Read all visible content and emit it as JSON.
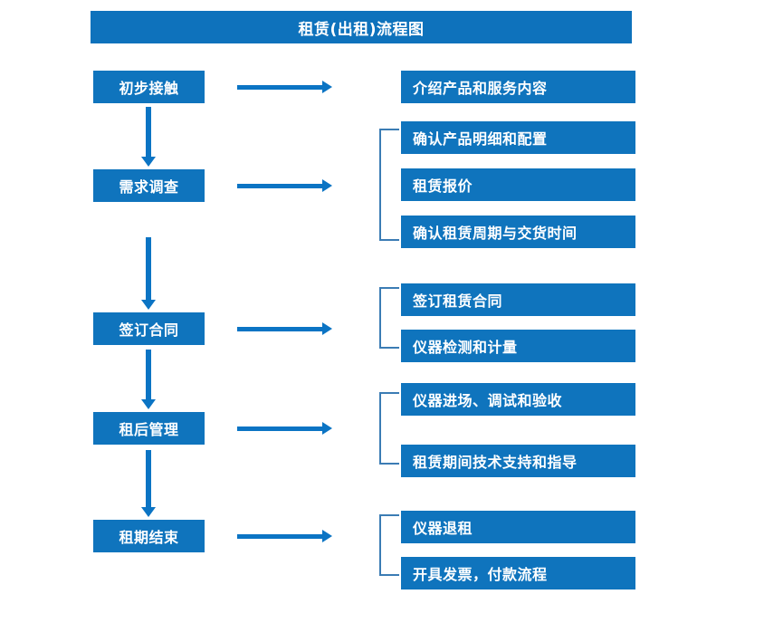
{
  "diagram": {
    "title": "租赁(出租)流程图",
    "colors": {
      "box_blue": "#0f74bd",
      "arrow_blue": "#0b74c4",
      "bracket_blue": "#3b7cb4",
      "text_white": "#ffffff",
      "background": "#ffffff"
    },
    "stages": [
      {
        "label": "初步接触"
      },
      {
        "label": "需求调查"
      },
      {
        "label": "签订合同"
      },
      {
        "label": "租后管理"
      },
      {
        "label": "租期结束"
      }
    ],
    "details": [
      {
        "label": "介绍产品和服务内容"
      },
      {
        "label": "确认产品明细和配置"
      },
      {
        "label": "租赁报价"
      },
      {
        "label": "确认租赁周期与交货时间"
      },
      {
        "label": "签订租赁合同"
      },
      {
        "label": "仪器检测和计量"
      },
      {
        "label": "仪器进场、调试和验收"
      },
      {
        "label": "租赁期间技术支持和指导"
      },
      {
        "label": "仪器退租"
      },
      {
        "label": "开具发票，付款流程"
      }
    ],
    "connectors": {
      "horizontal_arrows": 5,
      "vertical_arrows": 4,
      "brackets": 4
    }
  }
}
